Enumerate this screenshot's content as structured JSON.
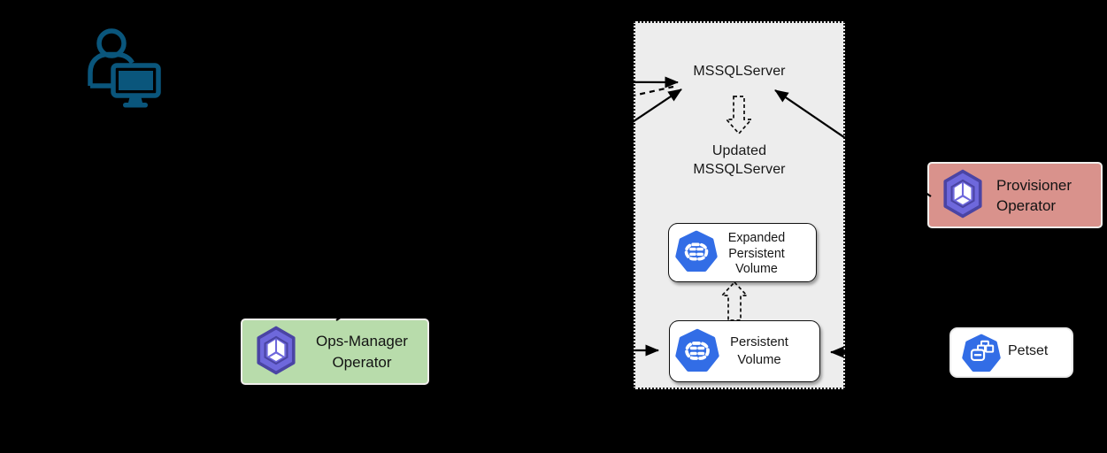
{
  "colors": {
    "background": "#000000",
    "panel_fill": "#ededed",
    "panel_border": "#161616",
    "node_border": "#111111",
    "k8s_blue": "#326de6",
    "operator_purple": "#6e68dc",
    "operator_purple_dark": "#4a44a4",
    "ops_manager_green": "#b8dcab",
    "provisioner_red": "#d9928c",
    "text": "#171717",
    "arrow": "#000000",
    "user_icon_blue": "#0a567c"
  },
  "nodes": {
    "mssqlserver": {
      "label": "MSSQLServer"
    },
    "updated_mssqlserver": {
      "line1": "Updated",
      "line2": "MSSQLServer"
    },
    "expanded_pv": {
      "line1": "Expanded",
      "line2": "Persistent",
      "line3": "Volume"
    },
    "persistent_volume": {
      "line1": "Persistent",
      "line2": "Volume"
    },
    "ops_manager_operator": {
      "line1": "Ops-Manager",
      "line2": "Operator"
    },
    "provisioner_operator": {
      "line1": "Provisioner",
      "line2": "Operator"
    },
    "petset": {
      "label": "Petset"
    }
  }
}
